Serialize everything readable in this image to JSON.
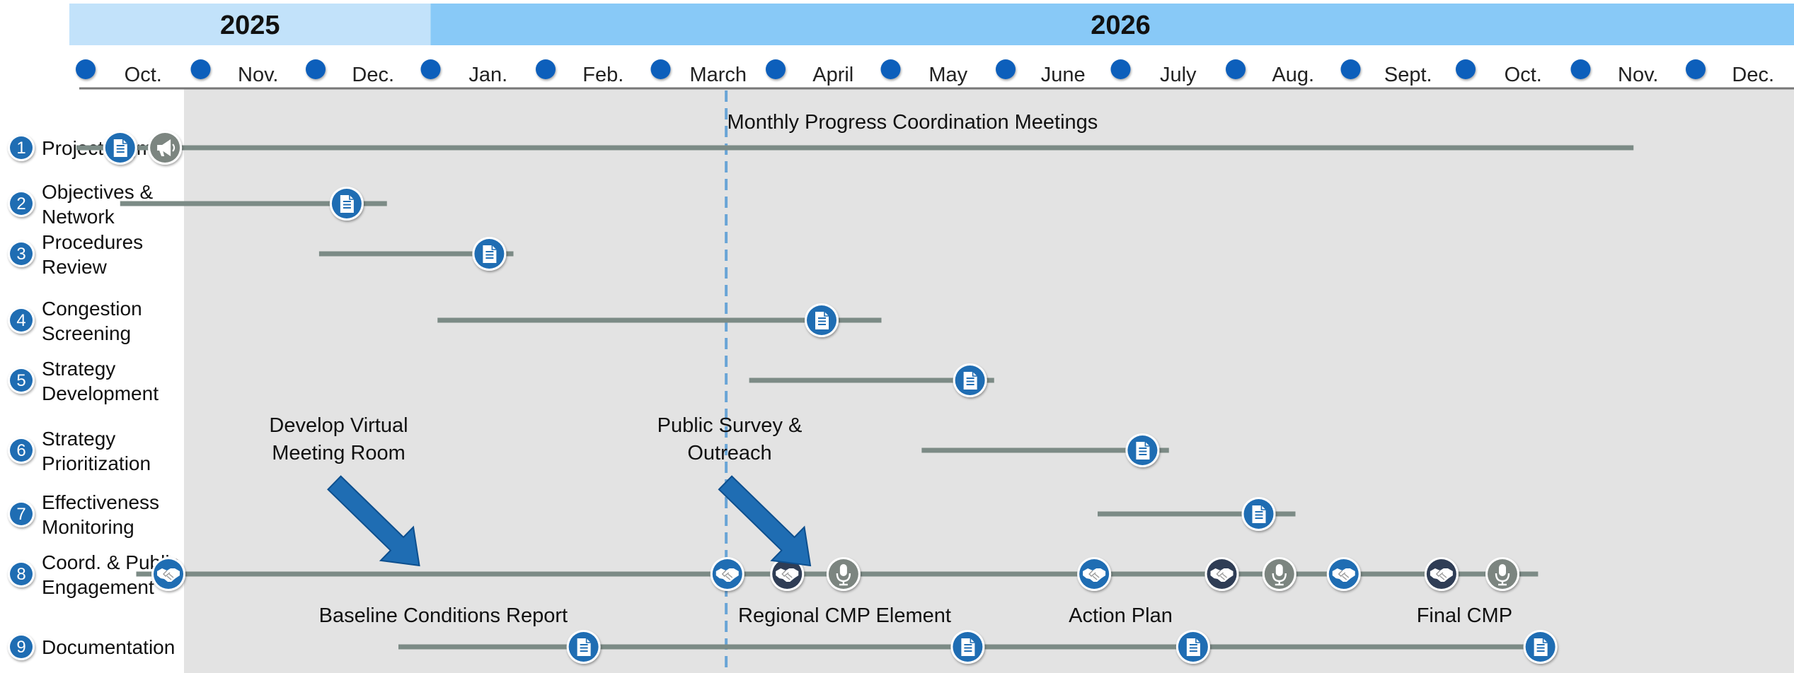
{
  "years": [
    {
      "label": "2025",
      "color": "#c2e2fa",
      "from": 0,
      "to": 3
    },
    {
      "label": "2026",
      "color": "#88c9f7",
      "from": 3,
      "to": 15
    }
  ],
  "months": [
    "Oct.",
    "Nov.",
    "Dec.",
    "Jan.",
    "Feb.",
    "March",
    "April",
    "May",
    "June",
    "July",
    "Aug.",
    "Sept.",
    "Oct.",
    "Nov.",
    "Dec."
  ],
  "current_marker_month": 5.57,
  "rows": [
    {
      "num": "1",
      "lines": [
        "Project Mgmt."
      ],
      "bar": [
        -0.08,
        13.46
      ],
      "icons": [
        {
          "type": "document",
          "at": 0.3
        },
        {
          "type": "megaphone",
          "at": 0.69
        }
      ]
    },
    {
      "num": "2",
      "lines": [
        "Objectives &",
        "Network"
      ],
      "bar": [
        0.3,
        2.62
      ],
      "icons": [
        {
          "type": "document",
          "at": 2.27
        }
      ]
    },
    {
      "num": "3",
      "lines": [
        "Procedures",
        "Review"
      ],
      "bar": [
        2.03,
        3.72
      ],
      "icons": [
        {
          "type": "document",
          "at": 3.51
        }
      ]
    },
    {
      "num": "4",
      "lines": [
        "Congestion",
        "Screening"
      ],
      "bar": [
        3.06,
        6.92
      ],
      "icons": [
        {
          "type": "document",
          "at": 6.4
        }
      ]
    },
    {
      "num": "5",
      "lines": [
        "Strategy",
        "Development"
      ],
      "bar": [
        5.77,
        7.9
      ],
      "icons": [
        {
          "type": "document",
          "at": 7.69
        }
      ]
    },
    {
      "num": "6",
      "lines": [
        "Strategy",
        "Prioritization"
      ],
      "bar": [
        7.27,
        9.42
      ],
      "icons": [
        {
          "type": "document",
          "at": 9.19
        }
      ]
    },
    {
      "num": "7",
      "lines": [
        "Effectiveness",
        "Monitoring"
      ],
      "bar": [
        8.8,
        10.52
      ],
      "icons": [
        {
          "type": "document",
          "at": 10.2
        }
      ]
    },
    {
      "num": "8",
      "lines": [
        "Coord. & Public",
        "Engagement"
      ],
      "bar": [
        0.44,
        12.63
      ],
      "icons": [
        {
          "type": "handshake",
          "at": 0.72
        },
        {
          "type": "handshake",
          "at": 5.58
        },
        {
          "type": "handshake-dark",
          "at": 6.1
        },
        {
          "type": "microphone",
          "at": 6.59
        },
        {
          "type": "handshake",
          "at": 8.77
        },
        {
          "type": "handshake-dark",
          "at": 9.88
        },
        {
          "type": "microphone",
          "at": 10.38
        },
        {
          "type": "handshake",
          "at": 10.94
        },
        {
          "type": "handshake-dark",
          "at": 11.79
        },
        {
          "type": "microphone",
          "at": 12.32
        }
      ]
    },
    {
      "num": "9",
      "lines": [
        "Documentation"
      ],
      "bar": [
        2.72,
        12.7
      ],
      "icons": [
        {
          "type": "document",
          "at": 4.33
        },
        {
          "type": "document",
          "at": 7.67
        },
        {
          "type": "document",
          "at": 9.63
        },
        {
          "type": "document",
          "at": 12.65
        }
      ]
    }
  ],
  "row_annotations": [
    {
      "row": 0,
      "text": "Monthly Progress Coordination Meetings",
      "at": 7.19
    },
    {
      "row": 8,
      "text": "Baseline Conditions Report",
      "at": 3.11
    },
    {
      "row": 8,
      "text": "Regional CMP Element",
      "at": 6.6
    },
    {
      "row": 8,
      "text": "Action Plan",
      "at": 9.0
    },
    {
      "row": 8,
      "text": "Final CMP",
      "at": 11.99
    }
  ],
  "arrow_callouts": [
    {
      "lines": [
        "Develop Virtual",
        "Meeting Room"
      ],
      "at": 2.2
    },
    {
      "lines": [
        "Public Survey &",
        "Outreach"
      ],
      "at": 5.6
    }
  ],
  "colors": {
    "panel": "#e3e3e3",
    "bar": "#7c8b86",
    "accent": "#1f6db3",
    "month_dot": "#0e5fbb",
    "axis_line": "#777777",
    "marker_line": "#6aa5d6",
    "dark_icon": "#2f3d55",
    "gray_icon": "#7c8580"
  }
}
